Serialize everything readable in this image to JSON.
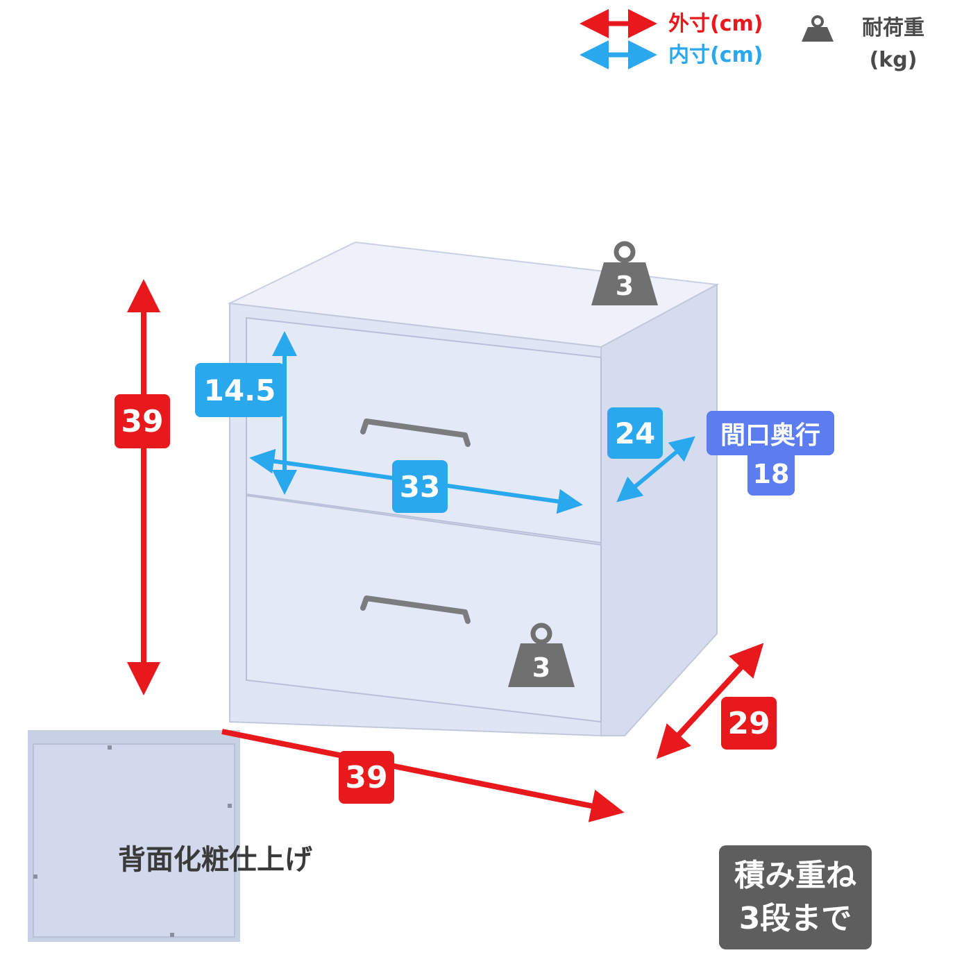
{
  "legend": {
    "outer_label": "外寸(cm)",
    "inner_label": "内寸(cm)",
    "load_label_1": "耐荷重",
    "load_label_2": "(kg)",
    "outer_color": "#e8191c",
    "inner_color": "#2aa8ee",
    "weight_icon": "weight-icon"
  },
  "dimensions": {
    "outer_height": "39",
    "outer_width": "39",
    "outer_depth": "29",
    "inner_height": "14.5",
    "inner_width": "33",
    "inner_depth": "24",
    "opening_depth_label": "間口奥行",
    "opening_depth_value": "18"
  },
  "load": {
    "top": "3",
    "drawer": "3"
  },
  "back_panel_text": "背面化粧仕上げ",
  "stack_note": {
    "line1": "積み重ね",
    "line2": "3段まで"
  },
  "colors": {
    "cabinet": "#dfe5f5",
    "cabinet_shadow": "#c5cde2",
    "opening_badge": "#5c7df0",
    "weight": "#707070",
    "stack_badge": "#5e5e5e"
  }
}
